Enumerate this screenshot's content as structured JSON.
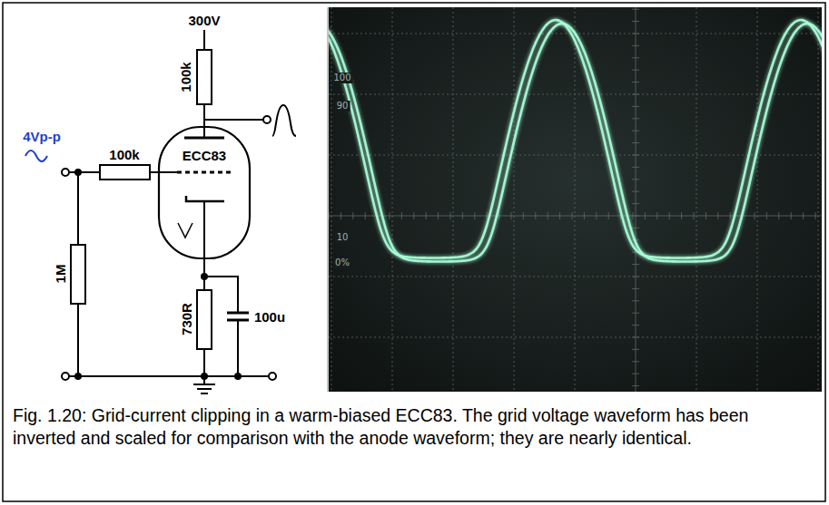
{
  "diagram": {
    "caption": "Fig. 1.20: Grid-current clipping in a warm-biased ECC83. The grid voltage waveform has been inverted and scaled for comparison with the anode waveform; they are nearly identical.",
    "labels": [
      "300V",
      "100k",
      "4Vp-p",
      "100k",
      "ECC83",
      "1M",
      "730R",
      "100u",
      "100",
      "90",
      "10",
      "0%"
    ]
  }
}
